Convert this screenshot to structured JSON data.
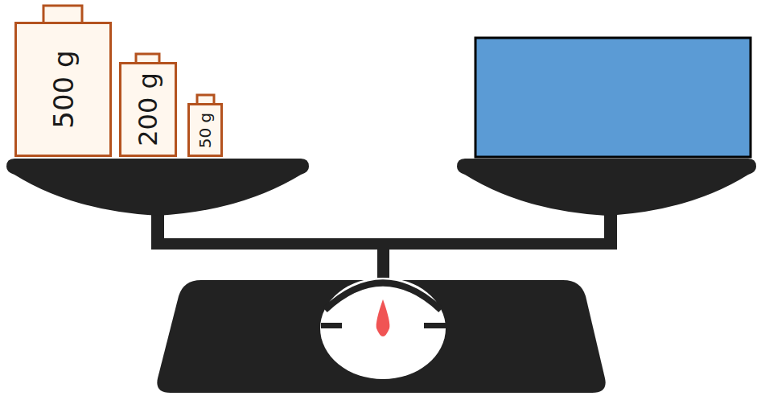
{
  "diagram": {
    "nodes": [
      {
        "text": [
          "500 g"
        ]
      },
      {
        "text": [
          "200 g"
        ]
      },
      {
        "text": [
          "50 g"
        ]
      }
    ]
  }
}
